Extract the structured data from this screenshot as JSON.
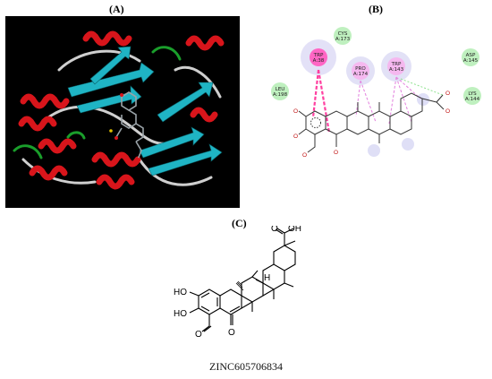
{
  "panels": {
    "a": {
      "label": "(A)"
    },
    "b": {
      "label": "(B)"
    },
    "c": {
      "label": "(C)"
    }
  },
  "interaction_residues": [
    {
      "name": "CYS",
      "num": "A:173"
    },
    {
      "name": "TRP",
      "num": "A:38"
    },
    {
      "name": "PRO",
      "num": "A:174"
    },
    {
      "name": "TRP",
      "num": "A:143"
    },
    {
      "name": "ASP",
      "num": "A:145"
    },
    {
      "name": "LEU",
      "num": "A:198"
    },
    {
      "name": "LYS",
      "num": "A:144"
    }
  ],
  "structure_labels": {
    "oh_top": "OH",
    "oh_left1": "HO",
    "oh_left2": "HO",
    "h_center": "H",
    "oxygen_aldehyde": "O",
    "oxygen_ketone": "O",
    "oxygen_carbonyl": "O"
  },
  "compound_id": "ZINC605706834",
  "colors": {
    "helix": "#d8151b",
    "sheet": "#1fb4c4",
    "loop": "#cfcfcf",
    "turn": "#1a9e2b",
    "residue_green": "#bff0bf",
    "residue_pink": "#f5b8ef",
    "pi_pi": "#ff3fa0",
    "alkyl": "#e58ae0",
    "hbond": "#8fe28f"
  }
}
